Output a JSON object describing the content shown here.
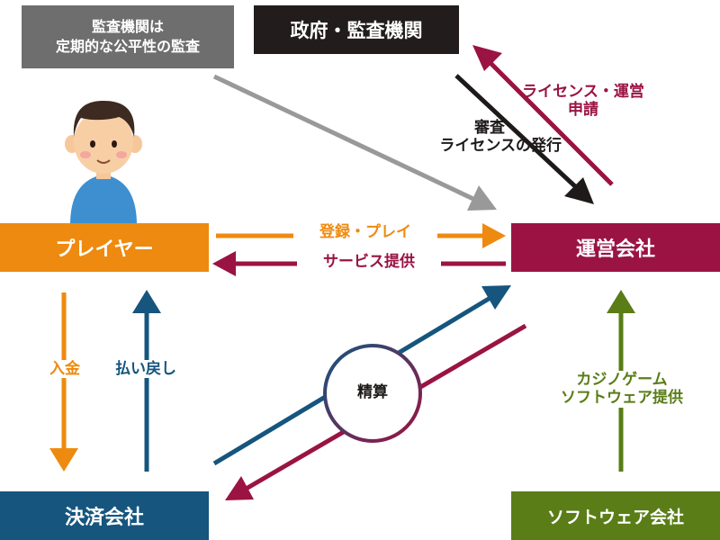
{
  "colors": {
    "orange": "#EE8A0F",
    "crimson": "#9A1343",
    "blue": "#15557E",
    "green": "#5A7D17",
    "gray": "#999999",
    "black": "#1E1A1A",
    "dark_box": "#221C1C",
    "gray_box": "#6E6E6E"
  },
  "nodes": {
    "government": "政府・監査機関",
    "audit_note_line1": "監査機関は",
    "audit_note_line2": "定期的な公平性の監査",
    "player": "プレイヤー",
    "operator": "運営会社",
    "payment": "決済会社",
    "software": "ソフトウェア会社",
    "settlement": "精算"
  },
  "edges": {
    "license_apply_line1": "ライセンス・運営",
    "license_apply_line2": "申請",
    "review_line1": "審査",
    "review_line2": "ライセンスの発行",
    "register_play": "登録・プレイ",
    "service": "サービス提供",
    "deposit": "入金",
    "withdraw": "払い戻し",
    "software_provide_line1": "カジノゲーム",
    "software_provide_line2": "ソフトウェア提供"
  },
  "icons": {
    "player_figure": "person-icon"
  }
}
